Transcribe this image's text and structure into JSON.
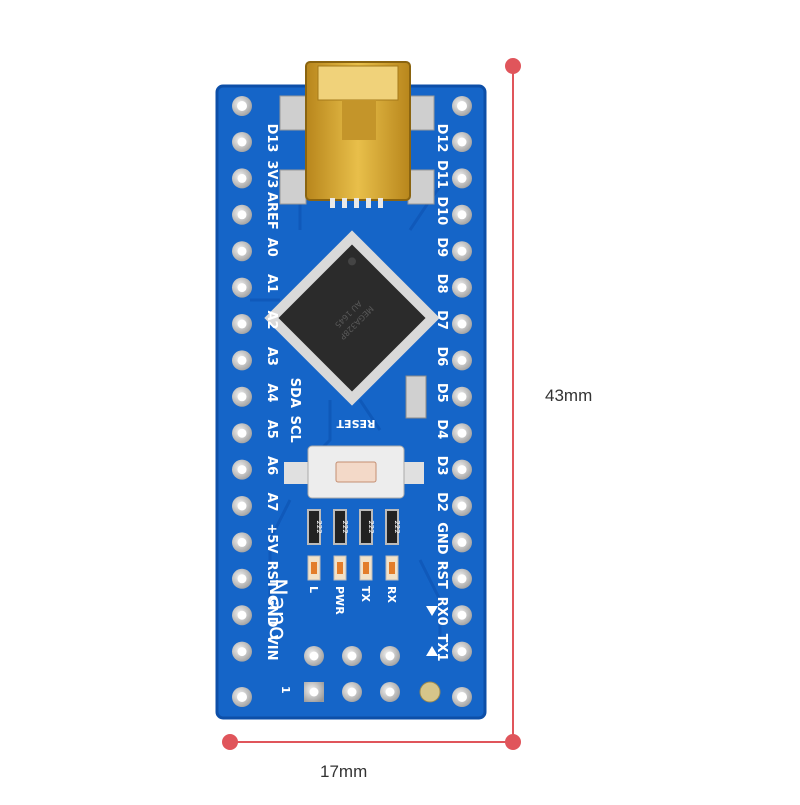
{
  "dimensions": {
    "height_label": "43mm",
    "width_label": "17mm"
  },
  "board": {
    "name": "Nano",
    "reset_label": "RESET",
    "chip_text": [
      "MEGA328P",
      "AU 1645"
    ],
    "resistor_code": "222",
    "led_labels": [
      "L",
      "PWR",
      "TX",
      "RX"
    ],
    "left_pins": [
      "D13",
      "3V3",
      "AREF",
      "A0",
      "A1",
      "A2",
      "A3",
      "A4",
      "A5",
      "A6",
      "A7",
      "+5V",
      "RST",
      "GND",
      "VIN"
    ],
    "right_pins": [
      "D12",
      "D11",
      "D10",
      "D9",
      "D8",
      "D7",
      "D6",
      "D5",
      "D4",
      "D3",
      "D2",
      "GND",
      "RST",
      "RX0",
      "TX1"
    ],
    "left_extra_labels": {
      "A4": "SDA",
      "A5": "SCL"
    },
    "header_pin_one": "1"
  },
  "colors": {
    "pcb_blue": "#1565c8",
    "pcb_edge": "#0d4fa8",
    "pad_silver": "#c9c9c9",
    "usb_gold": "#d6a52b",
    "dimension_red": "#e0555b"
  }
}
